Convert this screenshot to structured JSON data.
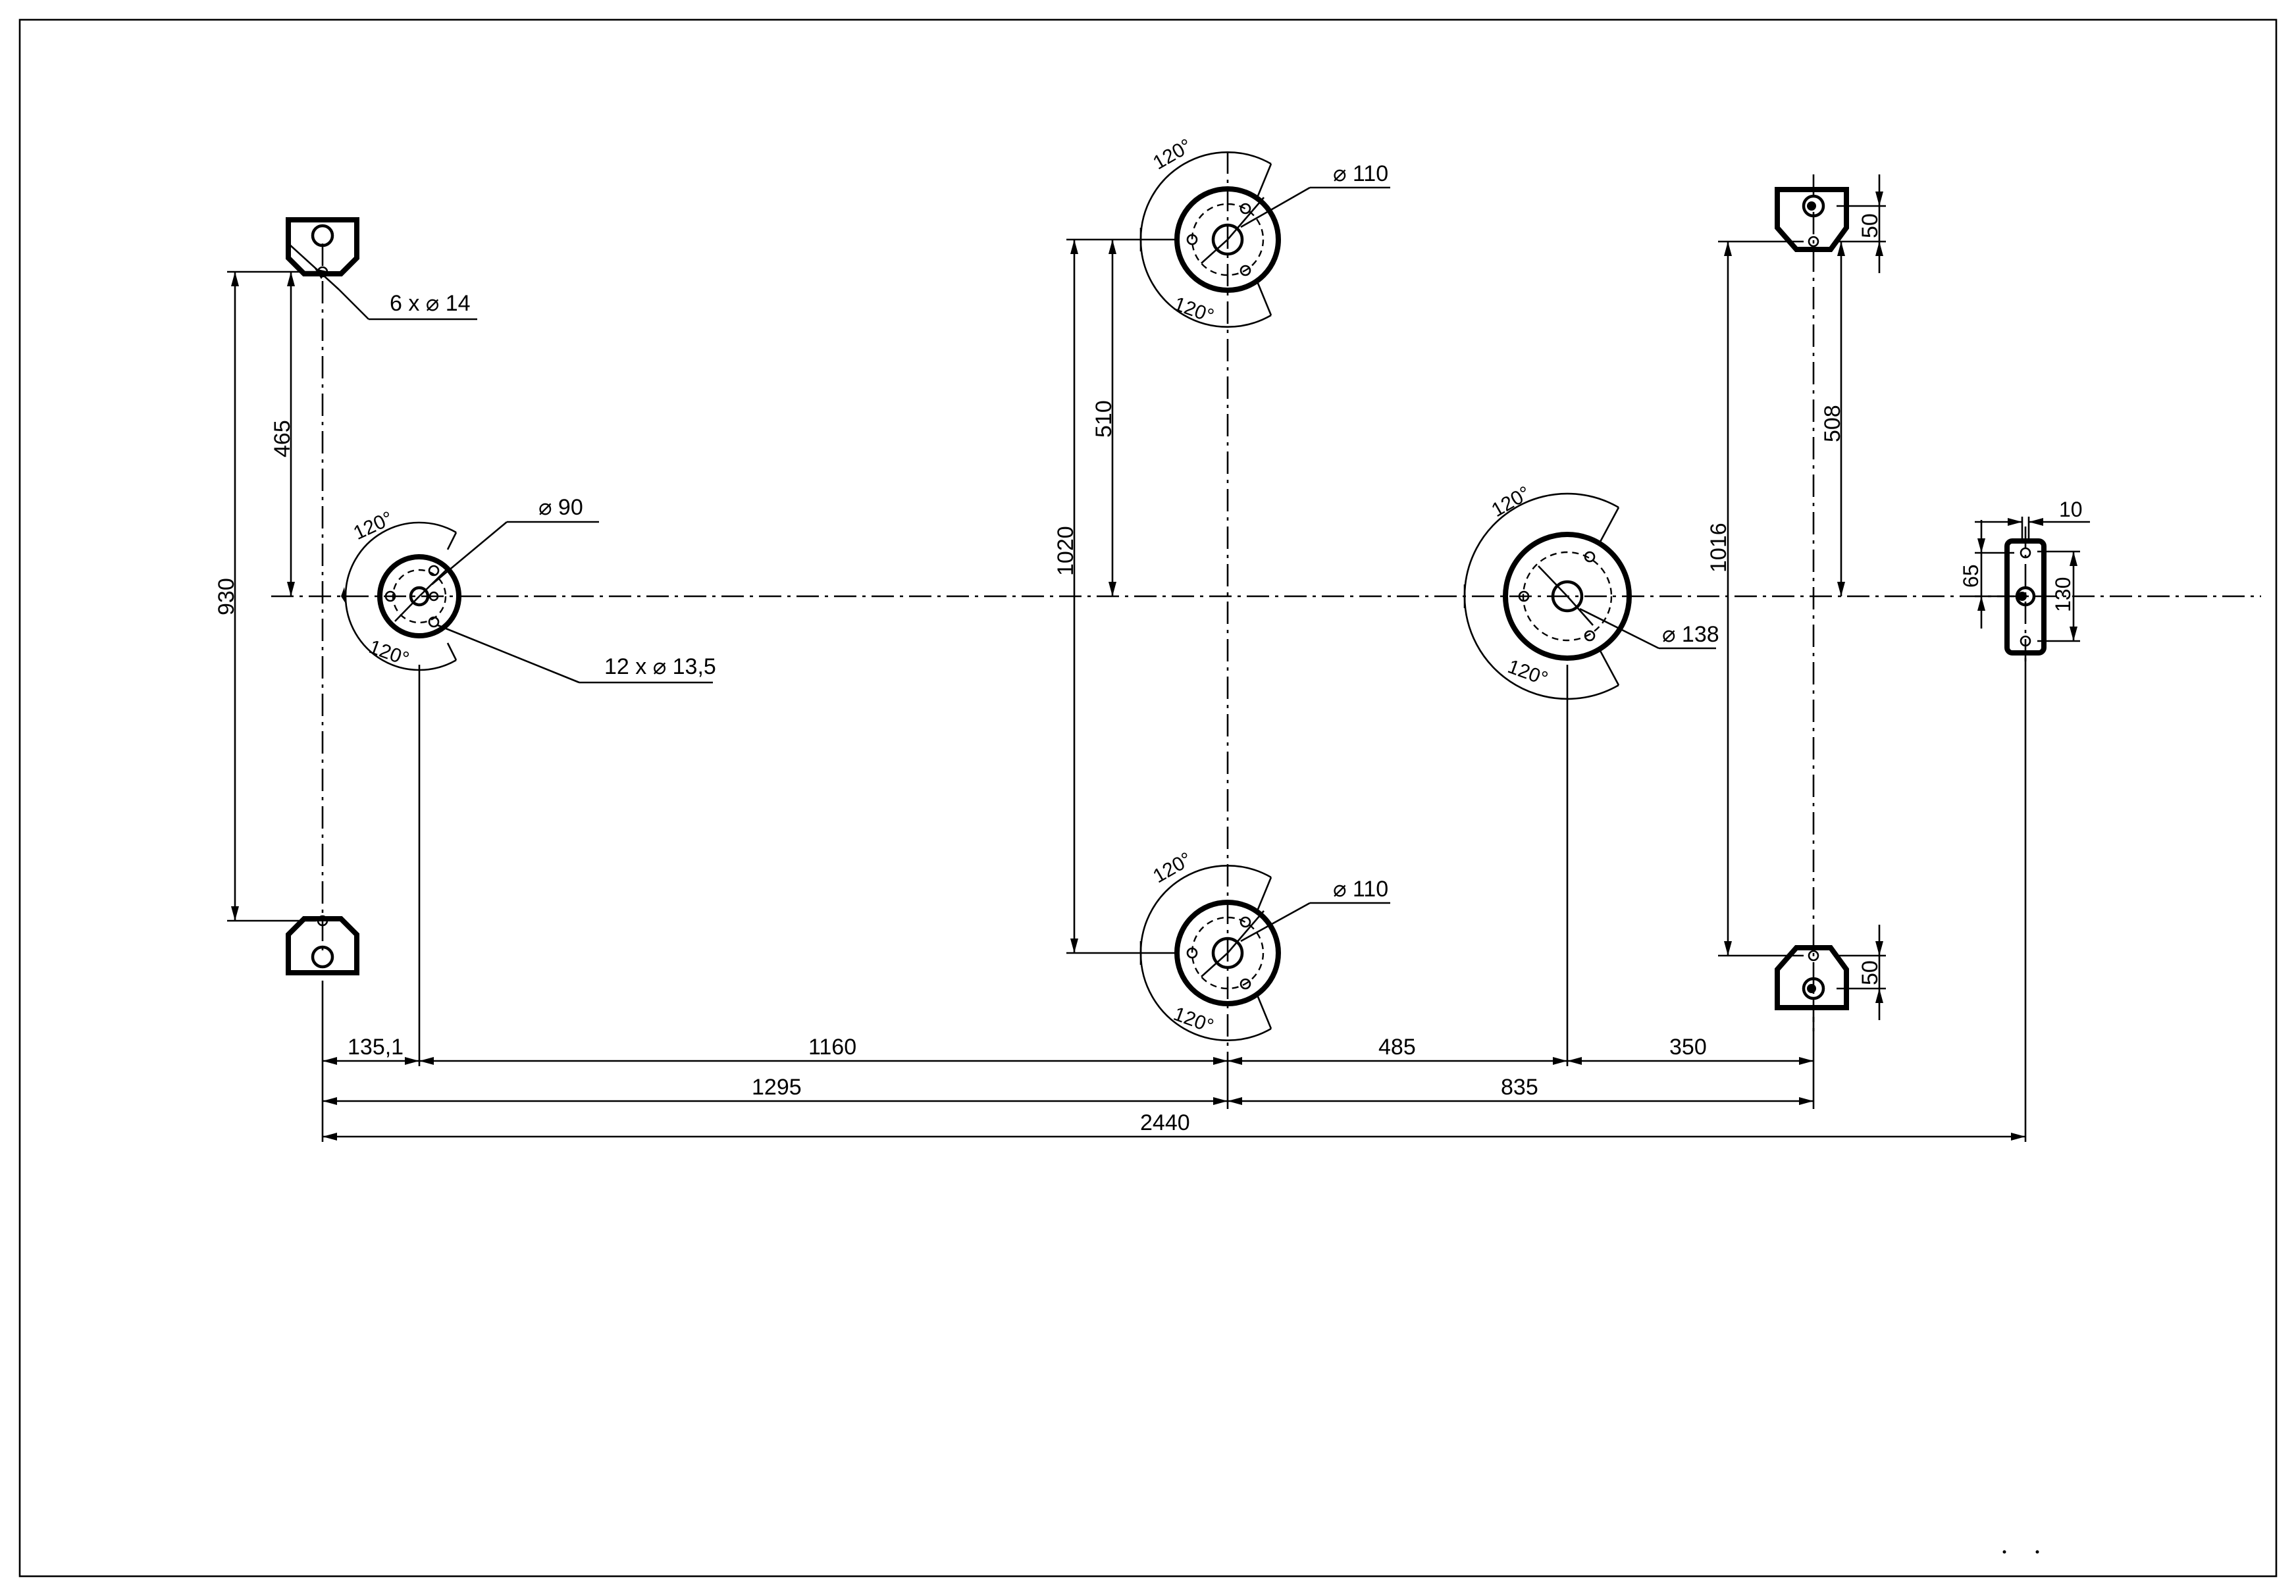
{
  "drawing": {
    "dims": {
      "d_135_1": "135,1",
      "d_1160": "1160",
      "d_485": "485",
      "d_350": "350",
      "d_1295": "1295",
      "d_835": "835",
      "d_2440": "2440",
      "d_930": "930",
      "d_465": "465",
      "d_1020": "1020",
      "d_510": "510",
      "d_1016": "1016",
      "d_508": "508",
      "d_50_top": "50",
      "d_50_bottom": "50",
      "d_65": "65",
      "d_130": "130",
      "d_10": "10"
    },
    "labels": {
      "holes_bracket": "6 x ⌀ 14",
      "flange_left_dia": "⌀ 90",
      "flange_left_holes": "12 x ⌀ 13,5",
      "flange_top_dia": "⌀ 110",
      "flange_bottom_dia": "⌀ 110",
      "flange_right_dia": "⌀ 138"
    },
    "angles": {
      "a_left_top": "120°",
      "a_left_bottom": "120°",
      "a_mid_top_top": "120°",
      "a_mid_top_bottom": "120°",
      "a_mid_bot_top": "120°",
      "a_mid_bot_bottom": "120°",
      "a_right_top": "120°",
      "a_right_bottom": "120°"
    }
  }
}
